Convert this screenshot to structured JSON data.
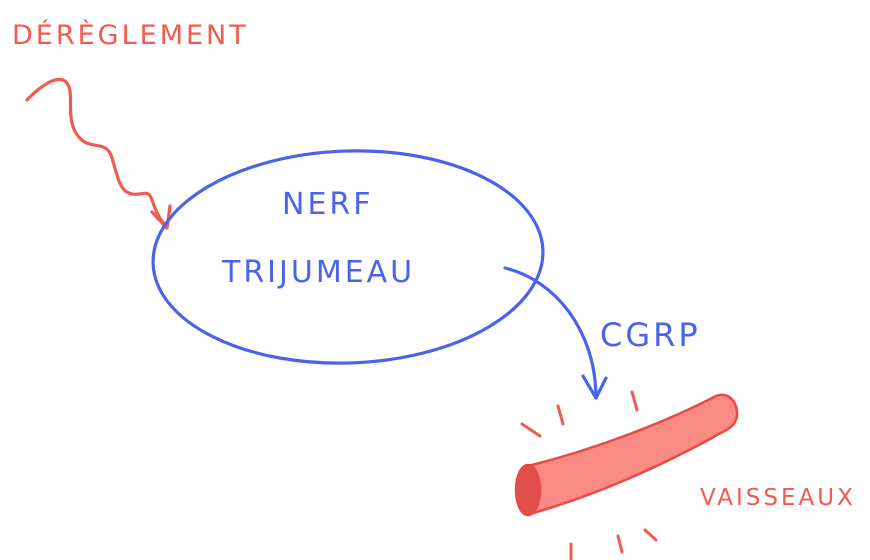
{
  "diagram": {
    "labels": {
      "trigger": "DÉRÈGLEMENT",
      "nerve_line1": "NERF",
      "nerve_line2": "TRIJUMEAU",
      "messenger": "CGRP",
      "vessels": "VAISSEAUX"
    },
    "colors": {
      "red_ink": "#f05a50",
      "blue_ink": "#4b63ea",
      "vessel_fill": "#fa8a84",
      "vessel_stroke": "#e84a45",
      "vessel_end": "#e0504a",
      "background": "#ffffff"
    }
  }
}
